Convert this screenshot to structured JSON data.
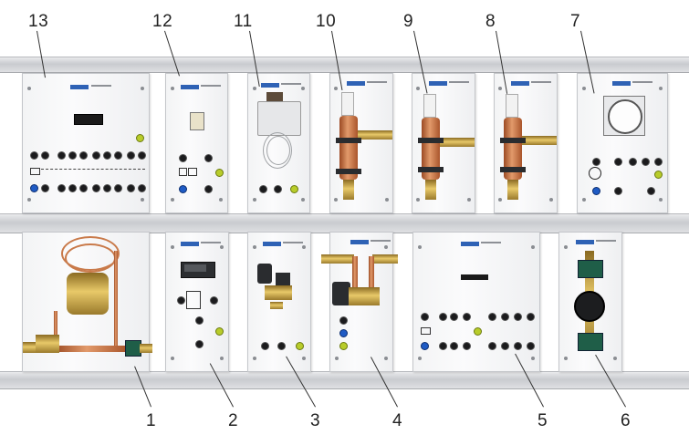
{
  "top_labels": [
    "13",
    "12",
    "11",
    "10",
    "9",
    "8",
    "7"
  ],
  "bottom_labels": [
    "1",
    "2",
    "3",
    "4",
    "5",
    "6"
  ],
  "colors": {
    "jack_black": "#1b1b1d",
    "jack_blue": "#1f5bc4",
    "jack_green": "#b8cc2a",
    "copper": "#c8764a",
    "brass": "#d6b152",
    "rail": "#d3d5d8"
  }
}
